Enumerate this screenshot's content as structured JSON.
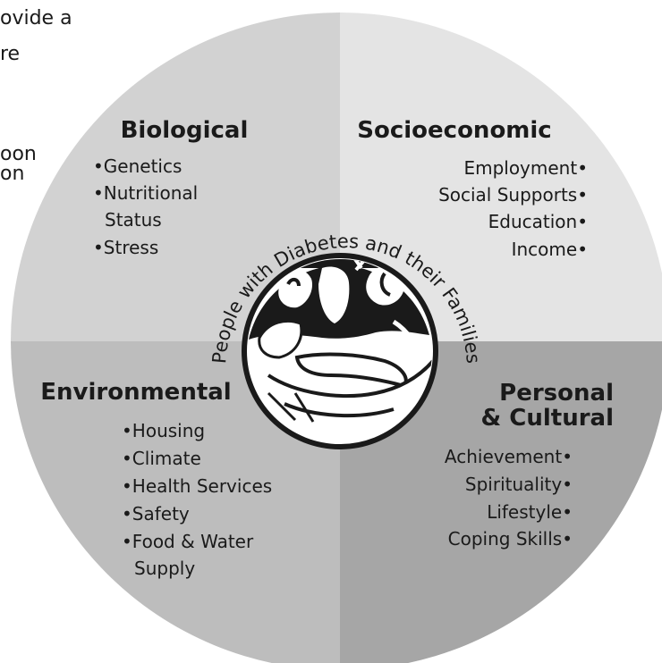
{
  "margin_text": [
    "ovide a",
    "re",
    "oon",
    "on"
  ],
  "colors": {
    "biological": "#d2d2d2",
    "socioeconomic": "#e4e4e4",
    "environmental": "#bdbdbd",
    "personal": "#a6a6a6",
    "ink": "#1a1a1a"
  },
  "center": {
    "ring_text": "People with Diabetes and their Families",
    "icon": "family-embrace-icon"
  },
  "quadrants": {
    "biological": {
      "title": "Biological",
      "items": [
        "•Genetics",
        "•Nutritional",
        "Status",
        "•Stress"
      ]
    },
    "socioeconomic": {
      "title": "Socioeconomic",
      "items": [
        "Employment•",
        "Social Supports•",
        "Education•",
        "Income•"
      ]
    },
    "environmental": {
      "title": "Environmental",
      "items": [
        "•Housing",
        "•Climate",
        "•Health Services",
        "•Safety",
        "•Food & Water",
        "Supply"
      ]
    },
    "personal": {
      "title_line1": "Personal",
      "title_line2": "& Cultural",
      "items": [
        "Achievement•",
        "Spirituality•",
        "Lifestyle•",
        "Coping Skills•"
      ]
    }
  }
}
